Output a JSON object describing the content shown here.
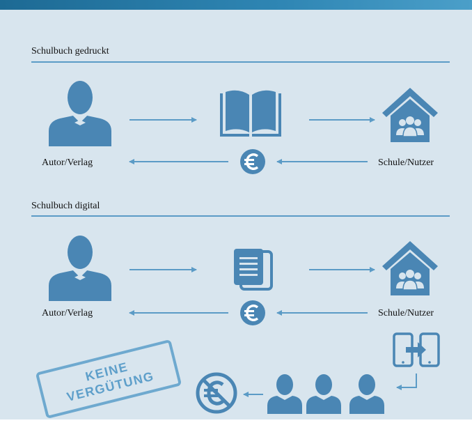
{
  "sections": [
    {
      "title": "Schulbuch gedruckt",
      "left_label": "Autor/Verlag",
      "right_label": "Schule/Nutzer"
    },
    {
      "title": "Schulbuch digital",
      "left_label": "Autor/Verlag",
      "right_label": "Schule/Nutzer"
    }
  ],
  "stamp": {
    "line1": "KEINE",
    "line2": "VERGÜTUNG"
  },
  "icons": {
    "author": "person-suit-icon",
    "book": "open-book-icon",
    "document": "document-copy-icon",
    "school": "house-people-icon",
    "money": "euro-coin-icon",
    "share": "device-share-icon",
    "users": "user-silhouette-icon",
    "no_money": "no-euro-icon"
  },
  "colors": {
    "background": "#d8e5ee",
    "icon": "#4a86b4",
    "arrow": "#5b9bc6",
    "top_band": "#2f86b4"
  }
}
